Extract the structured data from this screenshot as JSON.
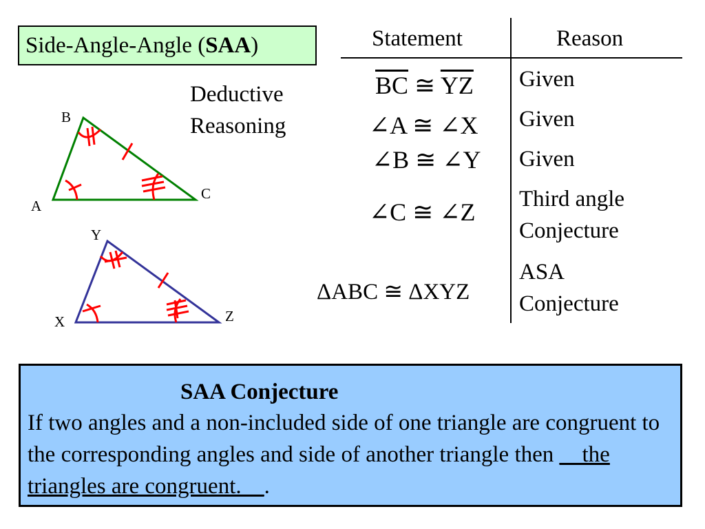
{
  "title": {
    "prefix": "Side-Angle-Angle (",
    "bold": "SAA",
    "suffix": ")"
  },
  "side_note": {
    "line1": "Deductive",
    "line2": "Reasoning"
  },
  "diagram": {
    "triangle1": {
      "vertices": [
        "A",
        "B",
        "C"
      ],
      "color": "#008000"
    },
    "triangle2": {
      "vertices": [
        "X",
        "Y",
        "Z"
      ],
      "color": "#333399"
    },
    "mark_color": "#ff0000"
  },
  "proof": {
    "headers": {
      "statement": "Statement",
      "reason": "Reason"
    },
    "rows": [
      {
        "statement_a": "BC",
        "op": " ≅ ",
        "statement_b": "YZ",
        "reason": "Given"
      },
      {
        "statement": "∠A ≅ ∠X",
        "reason": "Given"
      },
      {
        "statement": "∠B ≅ ∠Y",
        "reason": "Given"
      },
      {
        "statement": "∠C ≅ ∠Z",
        "reason_line1": "Third angle",
        "reason_line2": "Conjecture"
      },
      {
        "statement_a": "ΔABC",
        "op": " ≅ ",
        "statement_b": "ΔXYZ",
        "reason_line1": "ASA",
        "reason_line2": "Conjecture"
      }
    ]
  },
  "conjecture": {
    "title": "SAA Conjecture",
    "text_before": "If two angles and a non-included side of one triangle are congruent to the corresponding angles and side of another triangle then ",
    "blank_text": "__the triangles are congruent.__",
    "text_after": "."
  },
  "colors": {
    "title_bg": "#ccffcc",
    "conjecture_bg": "#99ccff"
  }
}
